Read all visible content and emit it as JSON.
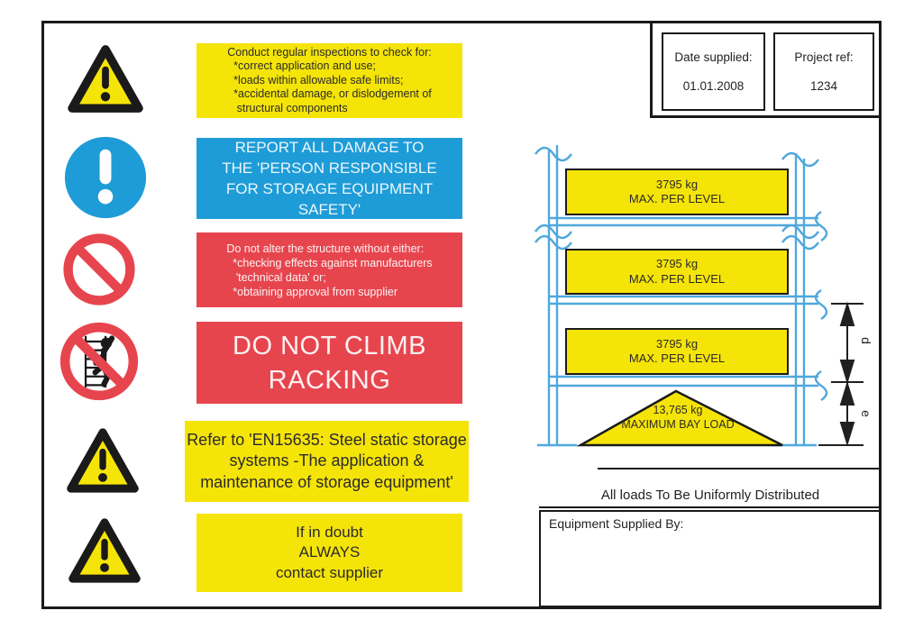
{
  "colors": {
    "yellow": "#F5E408",
    "blue": "#1E9CD7",
    "red": "#E7454E",
    "rack_line_blue": "#4FA8DC",
    "ink": "#231F20"
  },
  "header": {
    "date_label": "Date supplied:",
    "date_value": "01.01.2008",
    "ref_label": "Project ref:",
    "ref_value": "1234"
  },
  "panels": {
    "inspect": {
      "lines": [
        "Conduct regular inspections to check for:",
        "  *correct application and use;",
        "  *loads within allowable safe limits;",
        "  *accidental damage, or dislodgement of",
        "   structural components"
      ]
    },
    "report": {
      "lines": [
        "REPORT ALL DAMAGE TO",
        "THE 'PERSON RESPONSIBLE",
        "FOR STORAGE EQUIPMENT SAFETY'"
      ]
    },
    "alter": {
      "lines": [
        "Do not alter the structure without either:",
        "  *checking effects against manufacturers",
        "   'technical data' or;",
        "  *obtaining approval from supplier"
      ]
    },
    "climb": {
      "lines": [
        "DO NOT CLIMB",
        "RACKING"
      ]
    },
    "refer": {
      "lines": [
        "Refer to 'EN15635: Steel static storage",
        "systems -The application &",
        "maintenance of storage equipment'"
      ]
    },
    "doubt": {
      "lines": [
        "If in doubt",
        "ALWAYS",
        "contact supplier"
      ]
    }
  },
  "diagram": {
    "level_label_line1": "3795 kg",
    "level_label_line2": "MAX. PER LEVEL",
    "bay_line1": "13,765 kg",
    "bay_line2": "MAXIMUM BAY LOAD",
    "dim_d": "d",
    "dim_e": "e",
    "footnote": "All loads To Be Uniformly Distributed",
    "equipment_label": "Equipment Supplied By:"
  }
}
